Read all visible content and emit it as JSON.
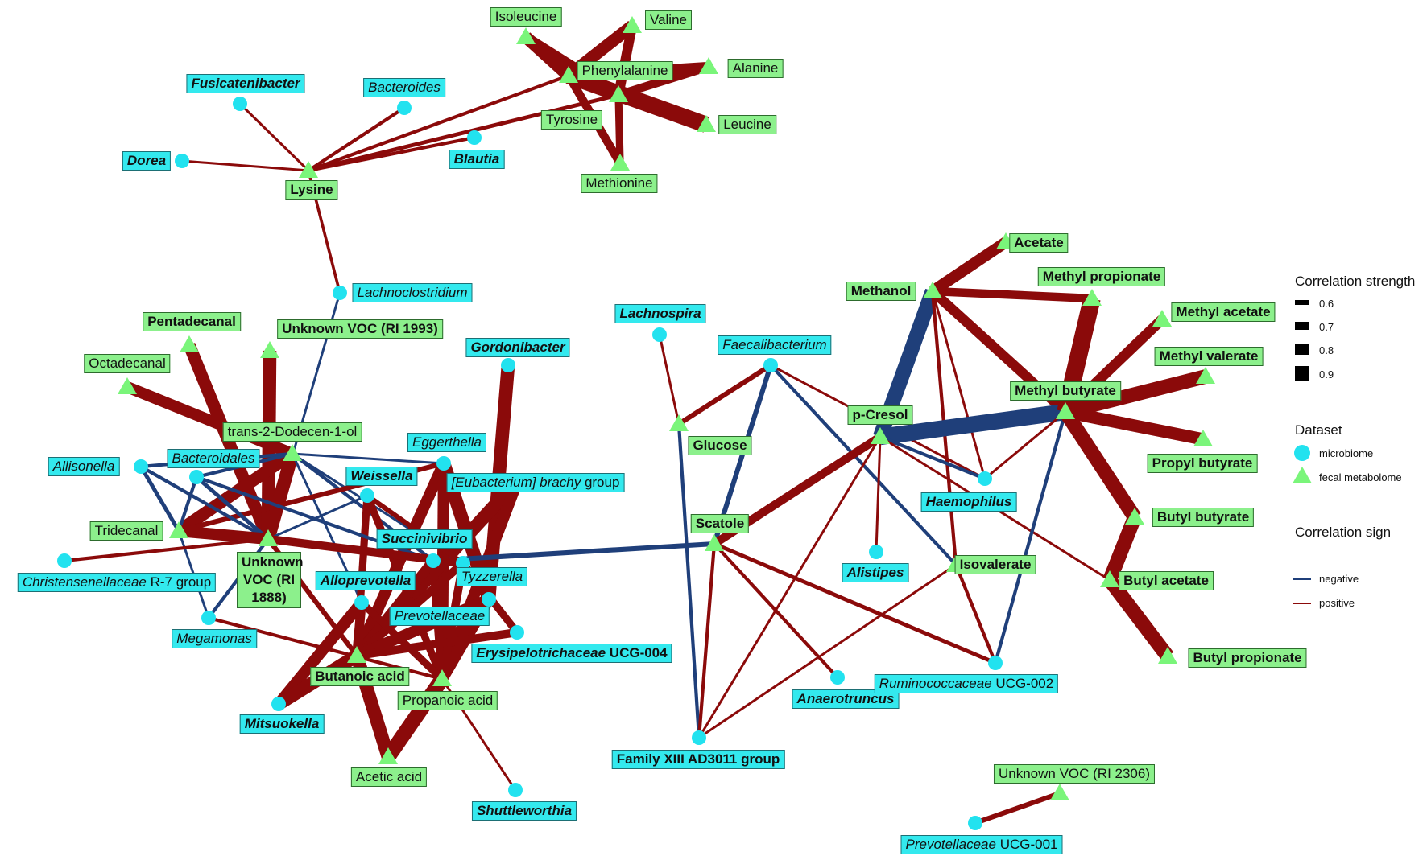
{
  "colors": {
    "positive": "#8b0a0a",
    "negative": "#1f3f7a",
    "microbiome": "#22e2ef",
    "metabolome": "#7af57a"
  },
  "nodes": {
    "isoleucine": {
      "label": "Isoleucine",
      "type": "f"
    },
    "valine": {
      "label": "Valine",
      "type": "f"
    },
    "alanine": {
      "label": "Alanine",
      "type": "f"
    },
    "phenylalanine": {
      "label": "Phenylalanine",
      "type": "f"
    },
    "tyrosine": {
      "label": "Tyrosine",
      "type": "f"
    },
    "leucine": {
      "label": "Leucine",
      "type": "f"
    },
    "methionine": {
      "label": "Methionine",
      "type": "f"
    },
    "fusicatenibacter": {
      "label": "Fusicatenibacter",
      "type": "m",
      "bold": true,
      "italic": true
    },
    "bacteroides": {
      "label": "Bacteroides",
      "type": "m",
      "italic": true
    },
    "dorea": {
      "label": "Dorea",
      "type": "m",
      "bold": true,
      "italic": true
    },
    "blautia": {
      "label": "Blautia",
      "type": "m",
      "bold": true,
      "italic": true
    },
    "lysine": {
      "label": "Lysine",
      "type": "f",
      "bold": true
    },
    "lachnoclostridium": {
      "label": "Lachnoclostridium",
      "type": "m",
      "italic": true
    },
    "pentadecanal": {
      "label": "Pentadecanal",
      "type": "f",
      "bold": true
    },
    "voc1993": {
      "label": "Unknown VOC (RI 1993)",
      "type": "f",
      "bold": true
    },
    "octadecanal": {
      "label": "Octadecanal",
      "type": "f"
    },
    "gordonibacter": {
      "label": "Gordonibacter",
      "type": "m",
      "bold": true,
      "italic": true
    },
    "dodecenol": {
      "label": "trans-2-Dodecen-1-ol",
      "type": "f"
    },
    "eggerthella": {
      "label": "Eggerthella",
      "type": "m",
      "italic": true
    },
    "allisonella": {
      "label": "Allisonella",
      "type": "m",
      "italic": true
    },
    "bacteroidales": {
      "label": "Bacteroidales",
      "type": "m",
      "italic": true
    },
    "weissella": {
      "label": "Weissella",
      "type": "m",
      "bold": true,
      "italic": true
    },
    "eubacterium": {
      "label": "[Eubacterium] brachy group",
      "type": "m",
      "italic": true
    },
    "tridecanal": {
      "label": "Tridecanal",
      "type": "f"
    },
    "voc1888": {
      "label": "Unknown VOC (RI 1888)",
      "type": "f",
      "bold": true
    },
    "succinivibrio": {
      "label": "Succinivibrio",
      "type": "m",
      "bold": true,
      "italic": true
    },
    "tyzzerella": {
      "label": "Tyzzerella",
      "type": "m",
      "italic": true
    },
    "christensenellaceae": {
      "label": "Christensenellaceae R-7 group",
      "type": "m",
      "italic": true
    },
    "alloprevotella": {
      "label": "Alloprevotella",
      "type": "m",
      "bold": true,
      "italic": true
    },
    "prevotellaceae": {
      "label": "Prevotellaceae",
      "type": "m",
      "italic": true
    },
    "megamonas": {
      "label": "Megamonas",
      "type": "m",
      "italic": true
    },
    "erysipelotrichaceae": {
      "label": "Erysipelotrichaceae UCG-004",
      "type": "m",
      "bold": true,
      "italic": true
    },
    "butanoic": {
      "label": "Butanoic acid",
      "type": "f",
      "bold": true
    },
    "propanoic": {
      "label": "Propanoic acid",
      "type": "f"
    },
    "mitsuokella": {
      "label": "Mitsuokella",
      "type": "m",
      "bold": true,
      "italic": true
    },
    "acetic": {
      "label": "Acetic acid",
      "type": "f"
    },
    "shuttleworthia": {
      "label": "Shuttleworthia",
      "type": "m",
      "bold": true,
      "italic": true
    },
    "lachnospira": {
      "label": "Lachnospira",
      "type": "m",
      "bold": true,
      "italic": true
    },
    "faecalibacterium": {
      "label": "Faecalibacterium",
      "type": "m",
      "italic": true
    },
    "glucose": {
      "label": "Glucose",
      "type": "f",
      "bold": true
    },
    "scatole": {
      "label": "Scatole",
      "type": "f",
      "bold": true
    },
    "familyxiii": {
      "label": "Family XIII AD3011 group",
      "type": "m",
      "bold": true
    },
    "anaerotruncus": {
      "label": "Anaerotruncus",
      "type": "m",
      "bold": true,
      "italic": true
    },
    "methanol": {
      "label": "Methanol",
      "type": "f",
      "bold": true
    },
    "pcresol": {
      "label": "p-Cresol",
      "type": "f",
      "bold": true
    },
    "alistipes": {
      "label": "Alistipes",
      "type": "m",
      "bold": true,
      "italic": true
    },
    "haemophilus": {
      "label": "Haemophilus",
      "type": "m",
      "bold": true,
      "italic": true
    },
    "isovalerate": {
      "label": "Isovalerate",
      "type": "f",
      "bold": true
    },
    "ruminococcaceae": {
      "label": "Ruminococcaceae UCG-002",
      "type": "m",
      "italic": true
    },
    "acetate": {
      "label": "Acetate",
      "type": "f",
      "bold": true
    },
    "methylpropionate": {
      "label": "Methyl propionate",
      "type": "f",
      "bold": true
    },
    "methylacetate": {
      "label": "Methyl acetate",
      "type": "f",
      "bold": true
    },
    "methylvalerate": {
      "label": "Methyl valerate",
      "type": "f",
      "bold": true
    },
    "methylbutyrate": {
      "label": "Methyl butyrate",
      "type": "f",
      "bold": true
    },
    "propylbutyrate": {
      "label": "Propyl butyrate",
      "type": "f",
      "bold": true
    },
    "butylbutyrate": {
      "label": "Butyl butyrate",
      "type": "f",
      "bold": true
    },
    "butylacetate": {
      "label": "Butyl acetate",
      "type": "f",
      "bold": true
    },
    "butylpropionate": {
      "label": "Butyl propionate",
      "type": "f",
      "bold": true
    },
    "voc2306": {
      "label": "Unknown VOC (RI 2306)",
      "type": "f"
    },
    "prevotellaceae001": {
      "label": "Prevotellaceae UCG-001",
      "type": "m",
      "italic": true
    }
  },
  "edges": [
    [
      "lysine",
      "fusicatenibacter",
      "pos",
      0.6
    ],
    [
      "lysine",
      "dorea",
      "pos",
      0.6
    ],
    [
      "lysine",
      "bacteroides",
      "pos",
      0.62
    ],
    [
      "lysine",
      "blautia",
      "pos",
      0.62
    ],
    [
      "lysine",
      "tyrosine",
      "pos",
      0.63
    ],
    [
      "lysine",
      "phenylalanine",
      "pos",
      0.62
    ],
    [
      "lysine",
      "lachnoclostridium",
      "pos",
      0.61
    ],
    [
      "tyrosine",
      "isoleucine",
      "pos",
      0.75
    ],
    [
      "tyrosine",
      "valine",
      "pos",
      0.75
    ],
    [
      "tyrosine",
      "alanine",
      "pos",
      0.72
    ],
    [
      "tyrosine",
      "leucine",
      "pos",
      0.8
    ],
    [
      "tyrosine",
      "methionine",
      "pos",
      0.7
    ],
    [
      "tyrosine",
      "phenylalanine",
      "pos",
      0.8
    ],
    [
      "phenylalanine",
      "isoleucine",
      "pos",
      0.8
    ],
    [
      "phenylalanine",
      "valine",
      "pos",
      0.8
    ],
    [
      "phenylalanine",
      "alanine",
      "pos",
      0.75
    ],
    [
      "phenylalanine",
      "leucine",
      "pos",
      0.88
    ],
    [
      "phenylalanine",
      "methionine",
      "pos",
      0.72
    ],
    [
      "lachnoclostridium",
      "voc1888",
      "neg",
      0.6
    ],
    [
      "pentadecanal",
      "voc1888",
      "pos",
      0.8
    ],
    [
      "voc1993",
      "voc1888",
      "pos",
      0.82
    ],
    [
      "octadecanal",
      "dodecenol",
      "pos",
      0.78
    ],
    [
      "gordonibacter",
      "prevotellaceae",
      "pos",
      0.82
    ],
    [
      "dodecenol",
      "tridecanal",
      "pos",
      0.8
    ],
    [
      "dodecenol",
      "voc1888",
      "pos",
      0.82
    ],
    [
      "dodecenol",
      "allisonella",
      "neg",
      0.62
    ],
    [
      "dodecenol",
      "bacteroidales",
      "neg",
      0.62
    ],
    [
      "dodecenol",
      "eggerthella",
      "neg",
      0.6
    ],
    [
      "dodecenol",
      "alloprevotella",
      "neg",
      0.6
    ],
    [
      "dodecenol",
      "succinivibrio",
      "neg",
      0.62
    ],
    [
      "dodecenol",
      "tyzzerella",
      "neg",
      0.6
    ],
    [
      "eggerthella",
      "prevotellaceae",
      "pos",
      0.82
    ],
    [
      "eggerthella",
      "butanoic",
      "pos",
      0.78
    ],
    [
      "eggerthella",
      "propanoic",
      "pos",
      0.78
    ],
    [
      "eggerthella",
      "tridecanal",
      "pos",
      0.65
    ],
    [
      "eubacterium",
      "butanoic",
      "pos",
      0.82
    ],
    [
      "eubacterium",
      "propanoic",
      "pos",
      0.78
    ],
    [
      "weissella",
      "voc1888",
      "neg",
      0.6
    ],
    [
      "weissella",
      "propanoic",
      "pos",
      0.7
    ],
    [
      "weissella",
      "butanoic",
      "pos",
      0.7
    ],
    [
      "succinivibrio",
      "scatole",
      "neg",
      0.65
    ],
    [
      "succinivibrio",
      "butanoic",
      "pos",
      0.75
    ],
    [
      "succinivibrio",
      "propanoic",
      "pos",
      0.72
    ],
    [
      "tyzzerella",
      "butanoic",
      "pos",
      0.72
    ],
    [
      "tyzzerella",
      "propanoic",
      "pos",
      0.72
    ],
    [
      "tyzzerella",
      "weissella",
      "pos",
      0.65
    ],
    [
      "bacteroidales",
      "tridecanal",
      "neg",
      0.62
    ],
    [
      "bacteroidales",
      "voc1888",
      "neg",
      0.63
    ],
    [
      "bacteroidales",
      "succinivibrio",
      "neg",
      0.62
    ],
    [
      "allisonella",
      "tridecanal",
      "neg",
      0.63
    ],
    [
      "allisonella",
      "voc1888",
      "neg",
      0.62
    ],
    [
      "tridecanal",
      "voc1888",
      "pos",
      0.78
    ],
    [
      "tridecanal",
      "megamonas",
      "neg",
      0.6
    ],
    [
      "voc1888",
      "christensenellaceae",
      "pos",
      0.62
    ],
    [
      "voc1888",
      "megamonas",
      "neg",
      0.62
    ],
    [
      "voc1888",
      "tyzzerella",
      "pos",
      0.72
    ],
    [
      "voc1888",
      "butanoic",
      "pos",
      0.65
    ],
    [
      "alloprevotella",
      "butanoic",
      "pos",
      0.74
    ],
    [
      "alloprevotella",
      "propanoic",
      "pos",
      0.7
    ],
    [
      "alloprevotella",
      "mitsuokella",
      "pos",
      0.78
    ],
    [
      "prevotellaceae",
      "butanoic",
      "pos",
      0.78
    ],
    [
      "prevotellaceae",
      "propanoic",
      "pos",
      0.78
    ],
    [
      "megamonas",
      "propanoic",
      "pos",
      0.62
    ],
    [
      "erysipelotrichaceae",
      "butanoic",
      "pos",
      0.72
    ],
    [
      "erysipelotrichaceae",
      "tyzzerella",
      "pos",
      0.7
    ],
    [
      "butanoic",
      "mitsuokella",
      "pos",
      0.82
    ],
    [
      "butanoic",
      "acetic",
      "pos",
      0.82
    ],
    [
      "propanoic",
      "acetic",
      "pos",
      0.85
    ],
    [
      "propanoic",
      "shuttleworthia",
      "pos",
      0.6
    ],
    [
      "lachnospira",
      "glucose",
      "pos",
      0.6
    ],
    [
      "faecalibacterium",
      "glucose",
      "pos",
      0.65
    ],
    [
      "faecalibacterium",
      "scatole",
      "neg",
      0.65
    ],
    [
      "faecalibacterium",
      "isovalerate",
      "neg",
      0.62
    ],
    [
      "faecalibacterium",
      "haemophilus",
      "pos",
      0.6
    ],
    [
      "glucose",
      "familyxiii",
      "neg",
      0.62
    ],
    [
      "scatole",
      "pcresol",
      "pos",
      0.72
    ],
    [
      "scatole",
      "familyxiii",
      "pos",
      0.62
    ],
    [
      "scatole",
      "anaerotruncus",
      "pos",
      0.62
    ],
    [
      "scatole",
      "ruminococcaceae",
      "pos",
      0.63
    ],
    [
      "familyxiii",
      "pcresol",
      "pos",
      0.6
    ],
    [
      "familyxiii",
      "isovalerate",
      "pos",
      0.6
    ],
    [
      "methanol",
      "pcresol",
      "neg",
      0.85
    ],
    [
      "methanol",
      "acetate",
      "pos",
      0.78
    ],
    [
      "methanol",
      "methylpropionate",
      "pos",
      0.72
    ],
    [
      "methanol",
      "methylbutyrate",
      "pos",
      0.75
    ],
    [
      "methanol",
      "isovalerate",
      "pos",
      0.62
    ],
    [
      "methanol",
      "haemophilus",
      "pos",
      0.6
    ],
    [
      "pcresol",
      "methylbutyrate",
      "neg",
      0.88
    ],
    [
      "pcresol",
      "alistipes",
      "pos",
      0.6
    ],
    [
      "pcresol",
      "haemophilus",
      "neg",
      0.62
    ],
    [
      "pcresol",
      "butylacetate",
      "pos",
      0.6
    ],
    [
      "isovalerate",
      "ruminococcaceae",
      "pos",
      0.62
    ],
    [
      "ruminococcaceae",
      "methylbutyrate",
      "neg",
      0.62
    ],
    [
      "methylbutyrate",
      "methylpropionate",
      "pos",
      0.9
    ],
    [
      "methylbutyrate",
      "methylacetate",
      "pos",
      0.76
    ],
    [
      "methylbutyrate",
      "methylvalerate",
      "pos",
      0.84
    ],
    [
      "methylbutyrate",
      "propylbutyrate",
      "pos",
      0.8
    ],
    [
      "methylbutyrate",
      "butylbutyrate",
      "pos",
      0.84
    ],
    [
      "methylbutyrate",
      "haemophilus",
      "pos",
      0.6
    ],
    [
      "butylbutyrate",
      "butylacetate",
      "pos",
      0.84
    ],
    [
      "butylacetate",
      "butylpropionate",
      "pos",
      0.84
    ],
    [
      "voc2306",
      "prevotellaceae001",
      "pos",
      0.65
    ]
  ],
  "legend": {
    "strength_title": "Correlation strength",
    "strength_items": [
      "0.6",
      "0.7",
      "0.8",
      "0.9"
    ],
    "dataset_title": "Dataset",
    "dataset_microbiome": "microbiome",
    "dataset_metabolome": "fecal metabolome",
    "sign_title": "Correlation sign",
    "sign_negative": "negative",
    "sign_positive": "positive"
  }
}
